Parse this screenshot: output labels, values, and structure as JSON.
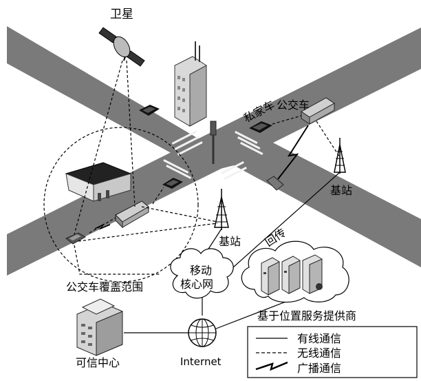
{
  "labels": {
    "satellite": "卫星",
    "private_car": "私家车",
    "bus": "公交车",
    "base_station_right": "基站",
    "base_station_center": "基站",
    "backhaul": "回传",
    "bus_coverage": "公交车覆盖范围",
    "mobile_core_line1": "移动",
    "mobile_core_line2": "核心网",
    "lbs_provider": "基于位置服务提供商",
    "trusted_center": "可信中心",
    "internet": "Internet"
  },
  "legend": {
    "wired": "有线通信",
    "wireless": "无线通信",
    "broadcast": "广播通信"
  }
}
